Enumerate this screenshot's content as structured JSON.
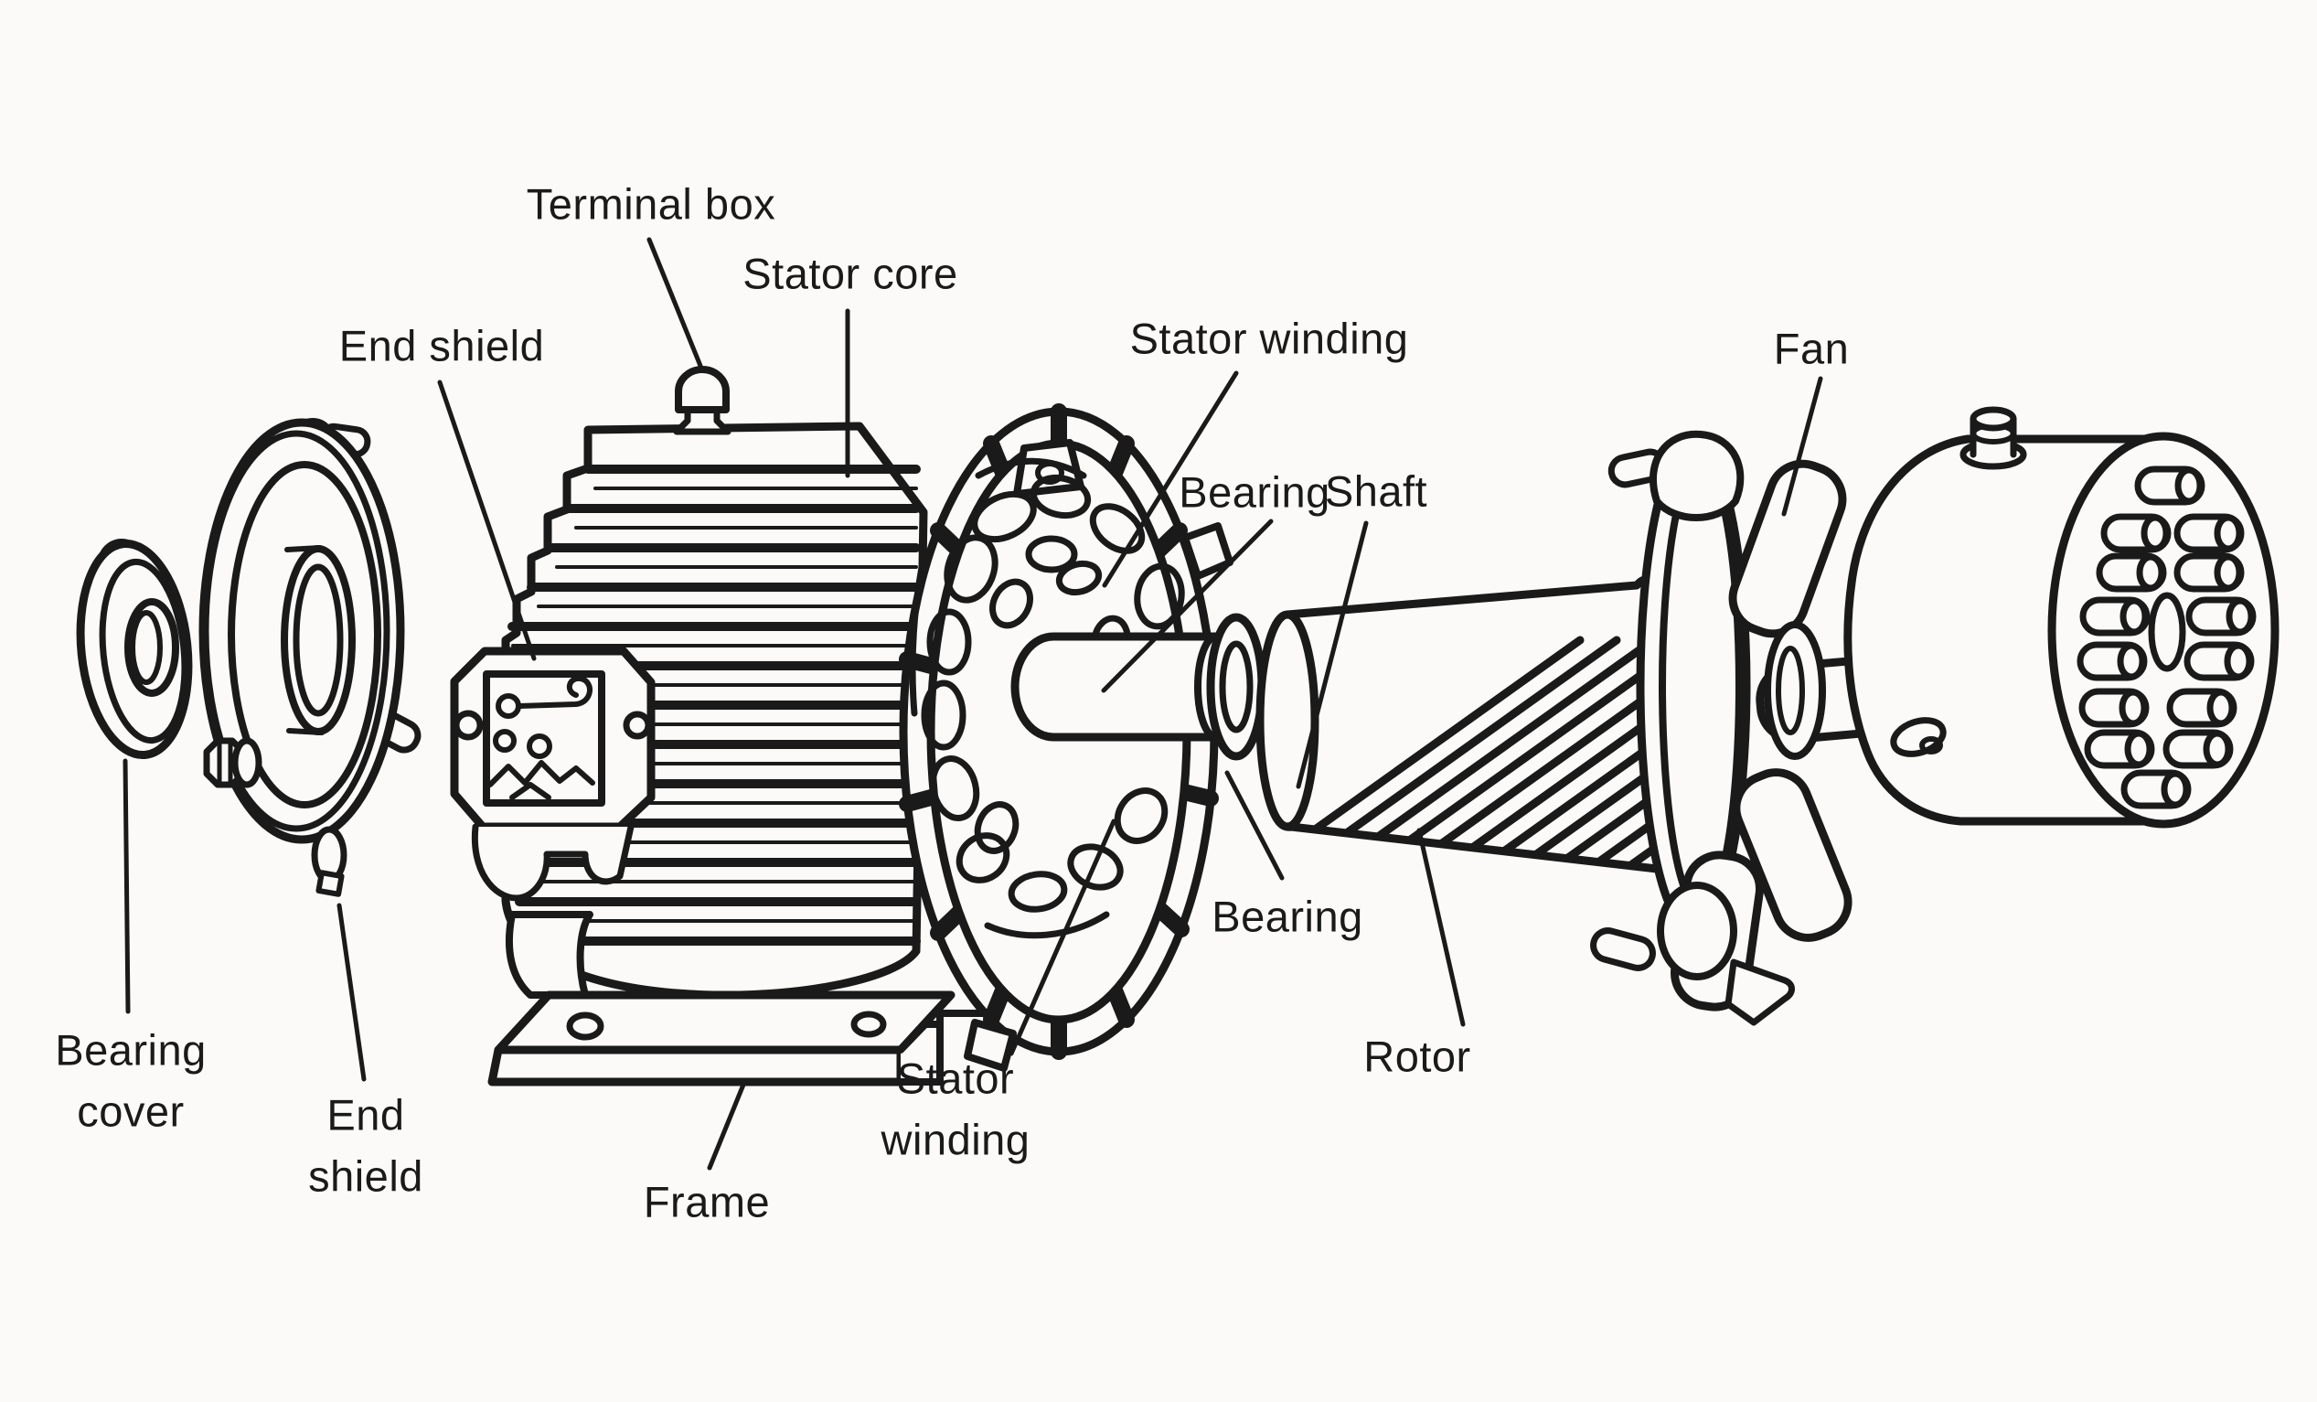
{
  "diagram": {
    "type": "exploded-view line drawing of an electric induction motor",
    "colors": {
      "ink": "#1a1a1a",
      "paper": "#fbfaf8"
    }
  },
  "labels": {
    "terminal_box": "Terminal box",
    "stator_core": "Stator core",
    "stator_winding_top": "Stator winding",
    "bearing_top": "Bearing",
    "shaft": "Shaft",
    "fan": "Fan",
    "bearing_bottom": "Bearing",
    "rotor": "Rotor",
    "stator_winding_bottom": "Stator\nwinding",
    "frame": "Frame",
    "end_shield_top": "End shield",
    "bearing_cover": "Bearing\ncover",
    "end_shield_bottom": "End\nshield"
  }
}
